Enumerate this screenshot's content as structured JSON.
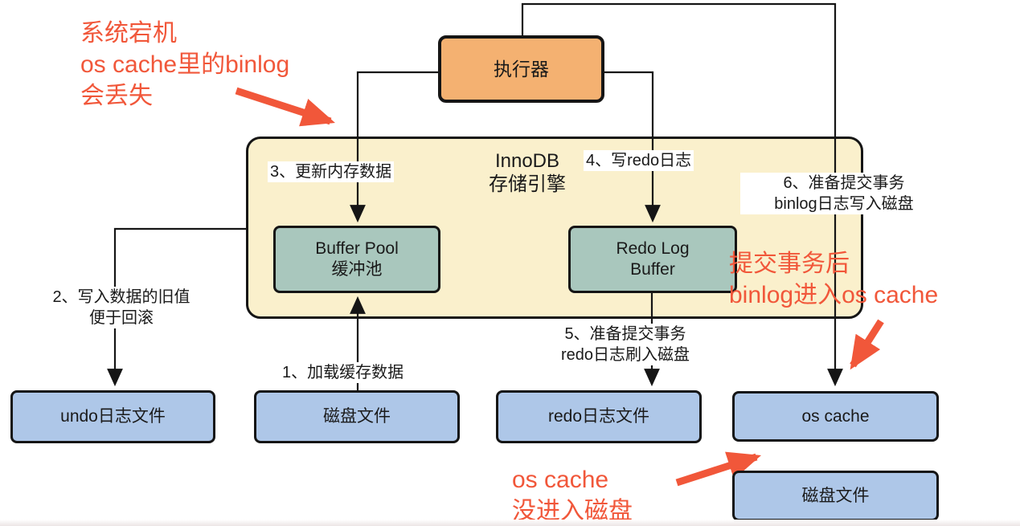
{
  "colors": {
    "executor_fill": "#F4B171",
    "container_fill": "#FAF0CC",
    "buffer_fill": "#A9C7BD",
    "disk_fill": "#AEC7E8",
    "annotation_red": "#F1573A",
    "line_black": "#151515",
    "label_text": "#1a1a1a"
  },
  "boxes": {
    "executor": "执行器",
    "innodb_engine": {
      "line1": "InnoDB",
      "line2": "存储引擎"
    },
    "buffer_pool": {
      "line1": "Buffer Pool",
      "line2": "缓冲池"
    },
    "redo_log_buffer": {
      "line1": "Redo Log",
      "line2": "Buffer"
    },
    "undo_log_file": "undo日志文件",
    "disk_file_left": "磁盘文件",
    "redo_log_file": "redo日志文件",
    "os_cache": "os cache",
    "disk_file_right": "磁盘文件"
  },
  "steps": {
    "step1": "1、加载缓存数据",
    "step2": {
      "line1": "2、写入数据的旧值",
      "line2": "便于回滚"
    },
    "step3": "3、更新内存数据",
    "step4": "4、写redo日志",
    "step5": {
      "line1": "5、准备提交事务",
      "line2": "redo日志刷入磁盘"
    },
    "step6": {
      "line1": "6、准备提交事务",
      "line2": "binlog日志写入磁盘"
    }
  },
  "annotations": {
    "crash_note": {
      "line1": "系统宕机",
      "line2": "os cache里的binlog",
      "line3": "会丢失"
    },
    "commit_note": {
      "line1": "提交事务后",
      "line2": "binlog进入os cache"
    },
    "flush_note": {
      "line1": "os cache",
      "line2": "没进入磁盘"
    }
  }
}
